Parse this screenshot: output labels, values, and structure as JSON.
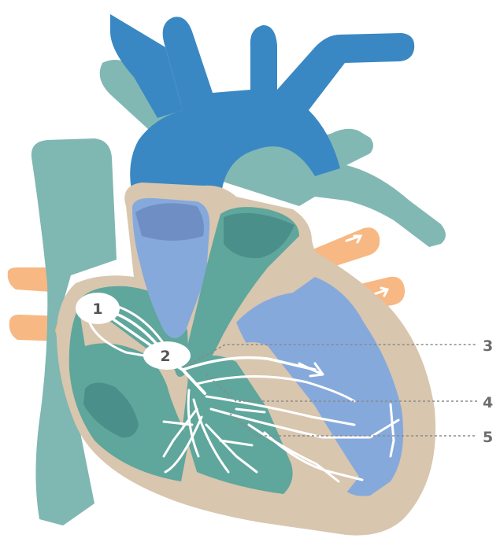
{
  "labels": {
    "node_1": "1",
    "node_2": "2",
    "marker_3": "3",
    "marker_4": "4",
    "marker_5": "5"
  },
  "colors": {
    "aorta_blue": "#3a88c3",
    "pulmonary_teal": "#82b8b4",
    "vena_cava_teal": "#7fb7b2",
    "right_chamber_teal": "#5fa69c",
    "dark_teal": "#4a8f89",
    "left_chamber_blue": "#86a9dc",
    "heart_wall_beige": "#d8c6ae",
    "pulmonary_vein_orange": "#f7b883",
    "conduction_white": "#ffffff",
    "label_gray": "#6d6d6d"
  }
}
